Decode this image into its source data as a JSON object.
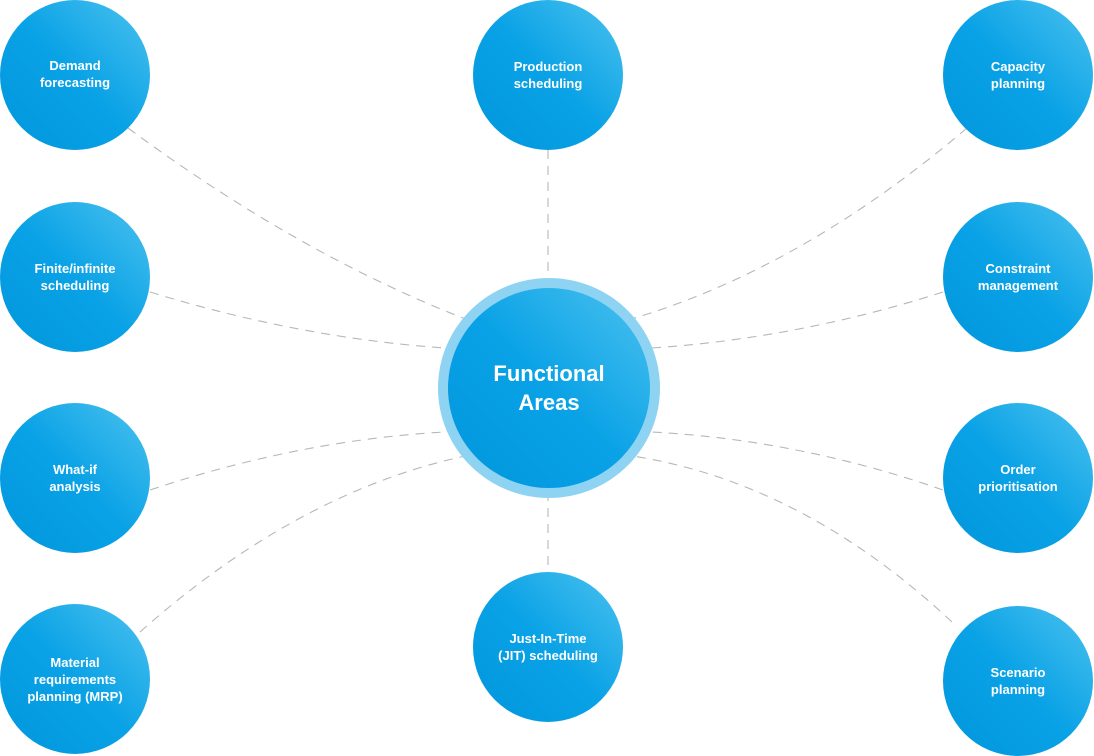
{
  "hub": {
    "title": "Functional\nAreas"
  },
  "nodes": {
    "demand_forecasting": "Demand\nforecasting",
    "production_scheduling": "Production\nscheduling",
    "capacity_planning": "Capacity\nplanning",
    "finite_infinite_scheduling": "Finite/infinite\nscheduling",
    "constraint_management": "Constraint\nmanagement",
    "what_if_analysis": "What-if\nanalysis",
    "order_prioritisation": "Order\nprioritisation",
    "mrp": "Material\nrequirements\nplanning (MRP)",
    "jit_scheduling": "Just-In-Time\n(JIT) scheduling",
    "scenario_planning": "Scenario\nplanning"
  },
  "colors": {
    "node_gradient_start": "#0096dc",
    "node_gradient_end": "#4cc2ef",
    "hub_ring": "#8fd3f3",
    "connector": "#b7b7b7",
    "text": "#ffffff"
  }
}
